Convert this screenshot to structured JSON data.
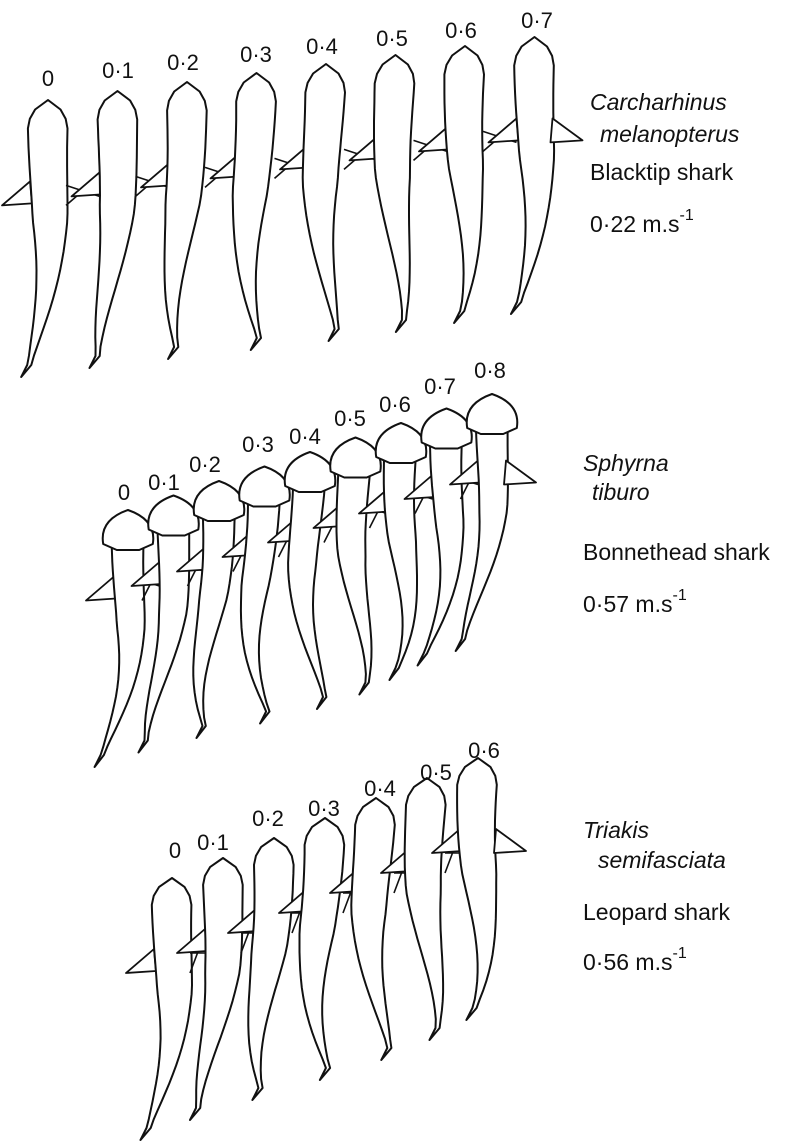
{
  "panels": [
    {
      "id": "blacktip",
      "scientific_name": [
        "Carcharhinus",
        "melanopterus"
      ],
      "common_name": "Blacktip shark",
      "speed": "0·22 m.s",
      "speed_exp": "-1",
      "head": "pointed",
      "times": [
        "0",
        "0·1",
        "0·2",
        "0·3",
        "0·4",
        "0·5",
        "0·6",
        "0·7"
      ]
    },
    {
      "id": "bonnethead",
      "scientific_name": [
        "Sphyrna",
        "tiburo"
      ],
      "common_name": "Bonnethead shark",
      "speed": "0·57 m.s",
      "speed_exp": "-1",
      "head": "spade",
      "times": [
        "0",
        "0·1",
        "0·2",
        "0·3",
        "0·4",
        "0·5",
        "0·6",
        "0·7",
        "0·8"
      ]
    },
    {
      "id": "leopard",
      "scientific_name": [
        "Triakis",
        "semifasciata"
      ],
      "common_name": "Leopard shark",
      "speed": "0·56 m.s",
      "speed_exp": "-1",
      "head": "rounded",
      "times": [
        "0",
        "0·1",
        "0·2",
        "0·3",
        "0·4",
        "0·5",
        "0·6"
      ]
    }
  ]
}
